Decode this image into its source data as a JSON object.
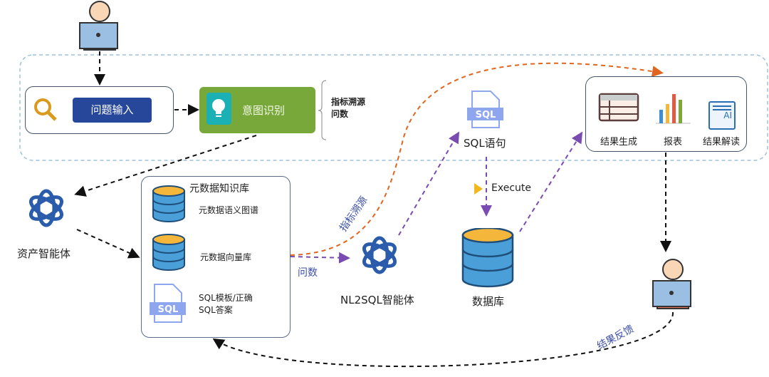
{
  "input": {
    "button": "问题输入"
  },
  "intent": {
    "label": "意图识别",
    "notes": [
      "指标溯源",
      "问数"
    ]
  },
  "sql_statement": {
    "label": "SQL语句",
    "badge": "SQL"
  },
  "execute": {
    "label": "Execute"
  },
  "results": {
    "items": [
      "结果生成",
      "报表",
      "结果解读"
    ],
    "ai_badge": "AI"
  },
  "asset_agent": {
    "label": "资产智能体"
  },
  "knowledge_base": {
    "title": "元数据知识库",
    "items": [
      "元数据语义图谱",
      "元数据向量库",
      "SQL模板/正确SQL答案"
    ],
    "sql_badge": "SQL"
  },
  "nl2sql_agent": {
    "label": "NL2SQL智能体"
  },
  "database": {
    "label": "数据库"
  },
  "edge_labels": {
    "trace": "指标溯源",
    "ask": "问数",
    "feedback": "结果反馈"
  },
  "colors": {
    "blue_btn": "#27479a",
    "green": "#79a83a",
    "teal": "#1bb1b4",
    "orange": "#e0661f",
    "purple": "#7a4bb0",
    "logo": "#2a5cab"
  }
}
